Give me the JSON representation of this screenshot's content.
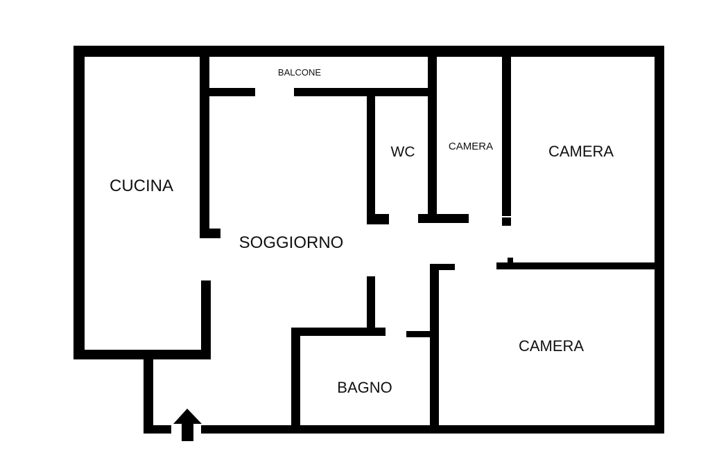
{
  "floorplan": {
    "rooms": {
      "balcone": "BALCONE",
      "cucina": "CUCINA",
      "soggiorno": "SOGGIORNO",
      "wc": "WC",
      "camera_small": "CAMERA",
      "camera_top_right": "CAMERA",
      "camera_bottom_right": "CAMERA",
      "bagno": "BAGNO"
    },
    "entrance_icon": "up-arrow-icon",
    "colors": {
      "wall": "#000000",
      "background": "#ffffff"
    }
  }
}
